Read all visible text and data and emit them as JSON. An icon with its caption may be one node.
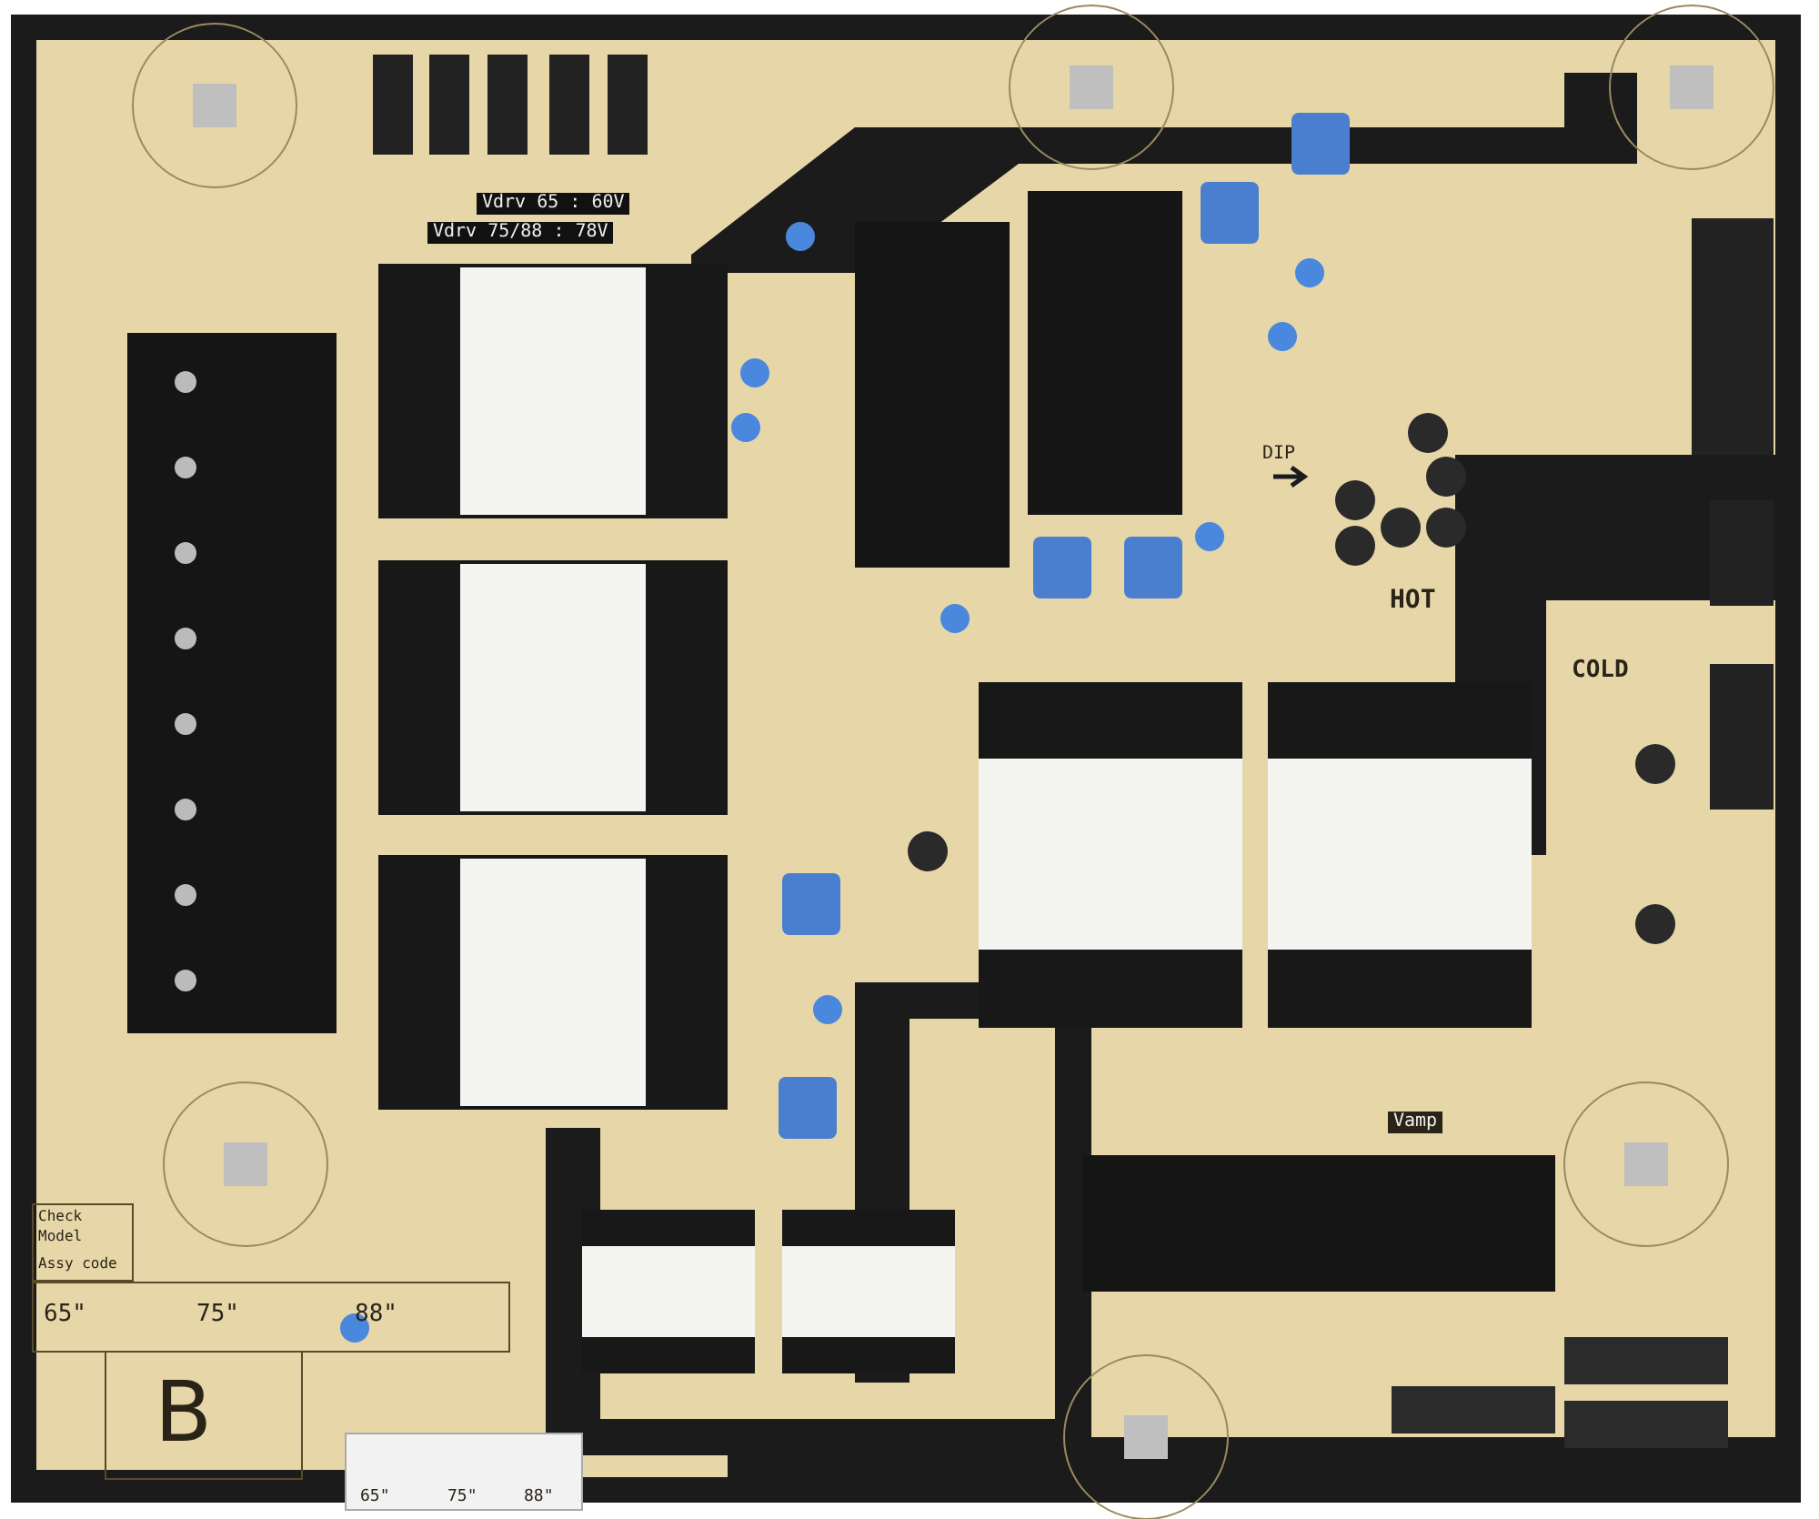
{
  "diagram": {
    "labels": [
      "Vdrv 65 : 60V",
      "Vdrv 75/88 : 78V",
      "DIP",
      "HOT",
      "COLD",
      "Vamp",
      "Check",
      "Model",
      "Assy code",
      "65\"",
      "75\"",
      "88\"",
      "B",
      "65\"",
      "75\"",
      "88\""
    ]
  }
}
